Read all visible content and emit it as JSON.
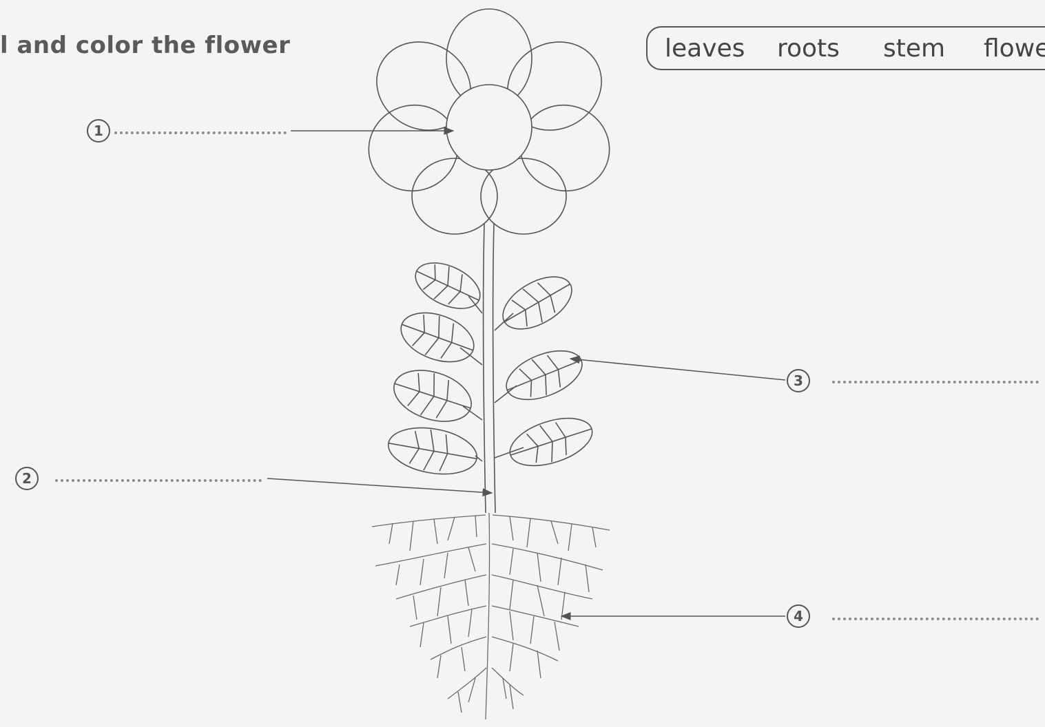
{
  "title": "l and color the flower",
  "word_bank": [
    "leaves",
    "roots",
    "stem",
    "flowe"
  ],
  "labels": [
    {
      "number": "1"
    },
    {
      "number": "2"
    },
    {
      "number": "3"
    },
    {
      "number": "4"
    }
  ],
  "colors": {
    "ink": "#555555",
    "paper": "#f4f4f2"
  }
}
